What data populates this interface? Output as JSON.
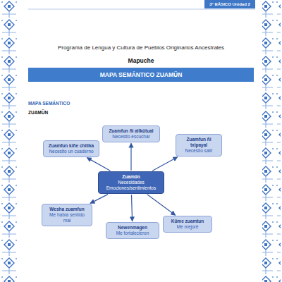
{
  "diagram": {
    "title": "MAPA SEMÁNTICO ZUAMÜN",
    "nodes": [
      {
        "text": [
          "Zuamfun ñi allkütual",
          "Necesito escuchar"
        ]
      },
      {
        "text": [
          "Zuamfun kiñe chillka",
          "Necesito un cuaderno"
        ]
      },
      {
        "text": [
          "Zuamfun ñi txipayal",
          "Necesito salir"
        ]
      },
      {
        "text": [
          "Zuamün",
          "Necesidades Emociones/sentimientos"
        ]
      },
      {
        "text": [
          "Wesha zuamfun",
          "Me había sentido mal"
        ]
      },
      {
        "text": [
          "Newenmagen",
          "Me fortalecieron"
        ]
      },
      {
        "text": [
          "Küme zuamtun",
          "Me mejoré"
        ]
      }
    ],
    "edges": [
      {
        "from": 3,
        "to": 0,
        "arrow": "to"
      },
      {
        "from": 3,
        "to": 1,
        "arrow": "to"
      },
      {
        "from": 3,
        "to": 2,
        "arrow": "to"
      },
      {
        "from": 3,
        "to": 4,
        "arrow": "to"
      },
      {
        "from": 3,
        "to": 5,
        "arrow": "to"
      },
      {
        "from": 3,
        "to": 6,
        "arrow": "to"
      }
    ],
    "labels": [
      "3° BÁSICO Unidad 2",
      "Programa de Lengua y Cultura de Pueblos Originarios Ancestrales",
      "Mapuche",
      "MAPA SEMÁNTICO",
      "ZUAMÜN"
    ]
  }
}
